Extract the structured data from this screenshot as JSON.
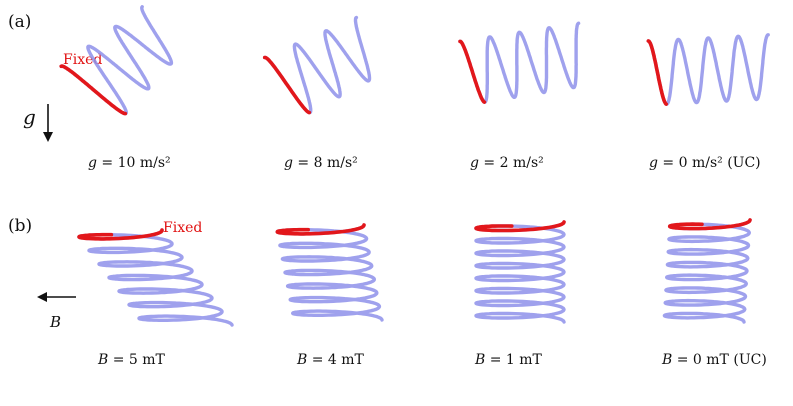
{
  "panels": {
    "a": {
      "label": "(a)",
      "fixed_label": "Fixed",
      "arrow_symbol": "g",
      "captions": [
        {
          "var": "g",
          "text": " = 10 m/s²",
          "suffix": ""
        },
        {
          "var": "g",
          "text": " = 8 m/s²",
          "suffix": ""
        },
        {
          "var": "g",
          "text": " = 2 m/s²",
          "suffix": ""
        },
        {
          "var": "g",
          "text": " = 0 m/s²",
          "suffix": " (UC)"
        }
      ]
    },
    "b": {
      "label": "(b)",
      "fixed_label": "Fixed",
      "arrow_symbol": "B",
      "captions": [
        {
          "var": "B",
          "text": " = 5 mT",
          "suffix": ""
        },
        {
          "var": "B",
          "text": " = 4 mT",
          "suffix": ""
        },
        {
          "var": "B",
          "text": " = 1 mT",
          "suffix": ""
        },
        {
          "var": "B",
          "text": " = 0 mT",
          "suffix": " (UC)"
        }
      ]
    }
  },
  "colors": {
    "spring": "#8e91ea",
    "fixed_segment": "#e2171b",
    "text": "#111111"
  }
}
